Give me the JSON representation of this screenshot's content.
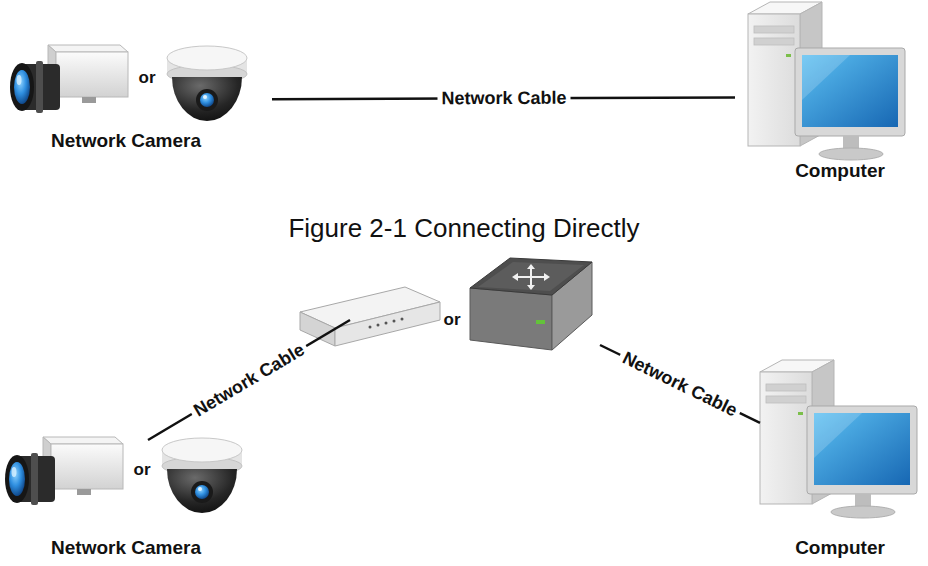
{
  "diagram": {
    "caption": "Figure 2-1 Connecting Directly",
    "nodes": [
      {
        "text": [
          "Network Camera"
        ]
      },
      {
        "text": [
          "Computer"
        ]
      },
      {
        "text": [
          "or"
        ]
      },
      {
        "text": [
          "Network Camera"
        ]
      },
      {
        "text": [
          "Computer"
        ]
      }
    ],
    "edges": [
      {
        "from": 0,
        "to": 1,
        "arrow": "none",
        "label": "Network Cable"
      },
      {
        "from": 3,
        "to": 2,
        "arrow": "none",
        "label": "Network Cable"
      },
      {
        "from": 2,
        "to": 4,
        "arrow": "none",
        "label": "Network Cable"
      }
    ],
    "labels": [
      "or",
      "or"
    ]
  }
}
